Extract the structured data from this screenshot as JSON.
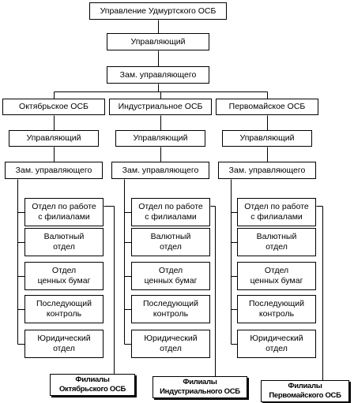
{
  "root": {
    "title": "Управление Удмуртского ОСБ"
  },
  "top": {
    "manager": "Управляющий",
    "deputy": "Зам. управляющего"
  },
  "branches": [
    {
      "name": "Октябрьское ОСБ",
      "manager": "Управляющий",
      "deputy": "Зам. управляющего",
      "departments": [
        [
          "Отдел по работе",
          "с филиалами"
        ],
        [
          "Валютный",
          "отдел"
        ],
        [
          "Отдел",
          "ценных бумаг"
        ],
        [
          "Последующий",
          "контроль"
        ],
        [
          "Юридический",
          "отдел"
        ]
      ],
      "filials": [
        "Филиалы",
        "Октябрьского ОСБ"
      ]
    },
    {
      "name": "Индустриальное ОСБ",
      "manager": "Управляющий",
      "deputy": "Зам. управляющего",
      "departments": [
        [
          "Отдел по работе",
          "с филиалами"
        ],
        [
          "Валютный",
          "отдел"
        ],
        [
          "Отдел",
          "ценных бумаг"
        ],
        [
          "Последующий",
          "контроль"
        ],
        [
          "Юридический",
          "отдел"
        ]
      ],
      "filials": [
        "Филиалы",
        "Индустриального ОСБ"
      ]
    },
    {
      "name": "Первомайское ОСБ",
      "manager": "Управляющий",
      "deputy": "Зам. управляющего",
      "departments": [
        [
          "Отдел по работе",
          "с филиалами"
        ],
        [
          "Валютный",
          "отдел"
        ],
        [
          "Отдел",
          "ценных бумаг"
        ],
        [
          "Последующий",
          "контроль"
        ],
        [
          "Юридический",
          "отдел"
        ]
      ],
      "filials": [
        "Филиалы",
        "Первомайского ОСБ"
      ]
    }
  ]
}
